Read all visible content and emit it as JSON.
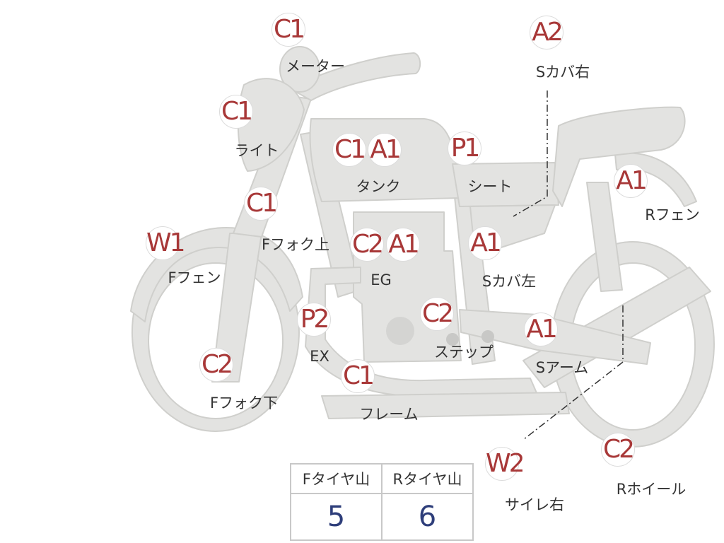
{
  "callouts": [
    {
      "code": "C1",
      "label": "メーター"
    },
    {
      "code": "A2",
      "label": "Sカバ右"
    },
    {
      "code": "C1",
      "label": "ライト"
    },
    {
      "code": "C1",
      "label": ""
    },
    {
      "code": "A1",
      "label": "タンク"
    },
    {
      "code": "P1",
      "label": "シート"
    },
    {
      "code": "A1",
      "label": "Rフェン"
    },
    {
      "code": "C1",
      "label": "Fフォク上"
    },
    {
      "code": "W1",
      "label": "Fフェン"
    },
    {
      "code": "C2",
      "label": ""
    },
    {
      "code": "A1",
      "label": "EG"
    },
    {
      "code": "A1",
      "label": "Sカバ左"
    },
    {
      "code": "P2",
      "label": "EX"
    },
    {
      "code": "C2",
      "label": "ステップ"
    },
    {
      "code": "A1",
      "label": "Sアーム"
    },
    {
      "code": "C2",
      "label": "Fフォク下"
    },
    {
      "code": "C1",
      "label": "フレーム"
    },
    {
      "code": "W2",
      "label": "サイレ右"
    },
    {
      "code": "C2",
      "label": "Rホイール"
    }
  ],
  "tread_table": {
    "headers": [
      "Fタイヤ山",
      "Rタイヤ山"
    ],
    "values": [
      "5",
      "6"
    ]
  },
  "colors": {
    "bike_fill": "#e3e3e1",
    "bike_outline": "#cfcfcc",
    "code_red": "#a83838",
    "value_blue": "#2e3e7a"
  }
}
